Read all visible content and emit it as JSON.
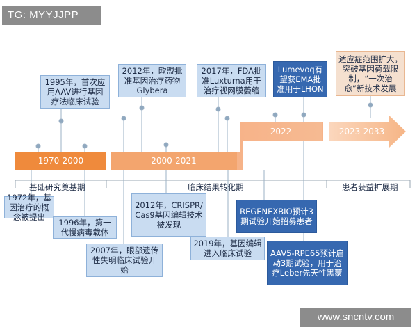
{
  "header_tag": "TG: MYYJJPP",
  "watermark": "www.sncntv.com",
  "segments": {
    "s1": "1970-2000",
    "s2": "2000-2021",
    "s3": "2022",
    "s4": "2023-2033"
  },
  "phases": {
    "p1": "基础研究奠基期",
    "p2": "临床结果转化期",
    "p3": "患者获益扩展期"
  },
  "events_top": {
    "e1995": "1995年，首次应用AAV进行基因疗法临床试验",
    "e2012": "2012年，欧盟批准基因治疗药物Glybera",
    "e2017": "2017年，FDA批准Luxturna用于治疗视网膜萎缩",
    "eLumevoq": "Lumevoq有望获EMA批准用于LHON",
    "eFuture": "适应症范围扩大，突破基因荷载限制，“一次治愈”新技术发展"
  },
  "events_bottom": {
    "e1972": "1972年，基因治疗的概念被提出",
    "e1996": "1996年，第一代慢病毒载体",
    "e2007": "2007年，眼部遗传性失明临床试验开始",
    "e2012crispr": "2012年，CRISPR/ Cas9基因编辑技术被发现",
    "e2019": "2019年，基因编辑进入临床试验",
    "eRegenx": "REGENEXBIO预计3期试验开始招募患者",
    "eAAV5": "AAV5-RPE65预计启动3期试验，用于治疗Leber先天性黑蒙"
  },
  "colors": {
    "orange_dark": "#ef8a3c",
    "orange_mid": "#f3a56e",
    "orange_light": "#f8cfae",
    "blue_light": "#c9dcf1",
    "blue_dark": "#3668b0",
    "pin": "#8fa8bf"
  }
}
